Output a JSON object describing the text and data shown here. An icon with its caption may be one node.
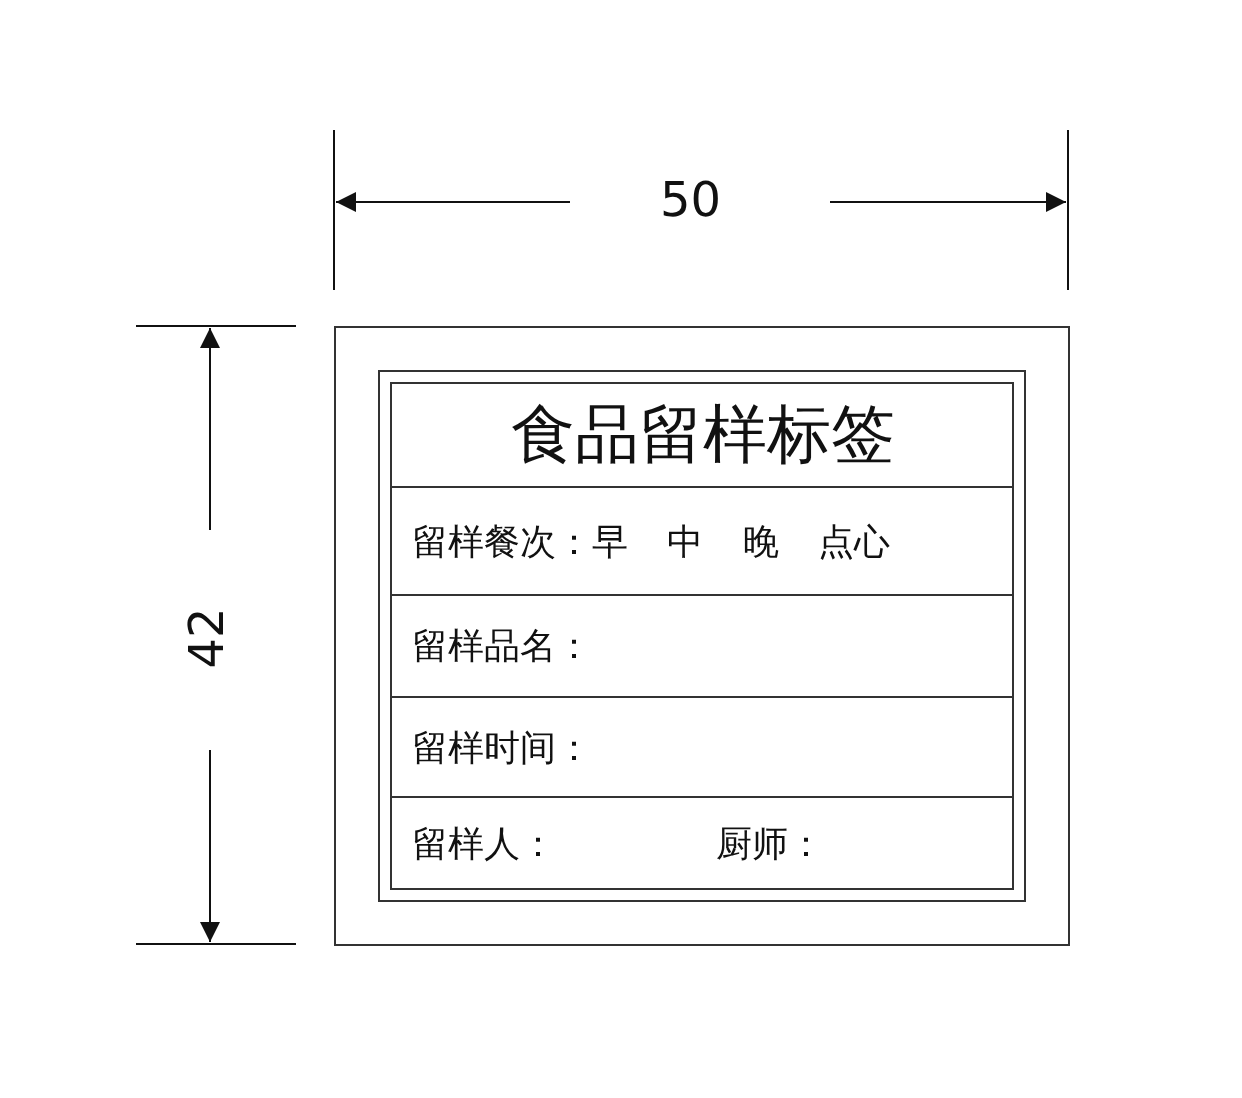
{
  "diagram": {
    "nodes": [
      {
        "text": [],
        "shape": "box"
      },
      {
        "text": [
          "食品留样标签"
        ],
        "in": 0
      },
      {
        "text": [
          "留样餐次：早 中 晚 点心"
        ],
        "in": 0
      },
      {
        "text": [
          "留样品名："
        ],
        "in": 0
      },
      {
        "text": [
          "留样时间："
        ],
        "in": 0
      },
      {
        "text": [
          "留样人：",
          "厨师："
        ],
        "in": 0
      }
    ],
    "labels": [
      "50",
      "42"
    ]
  }
}
